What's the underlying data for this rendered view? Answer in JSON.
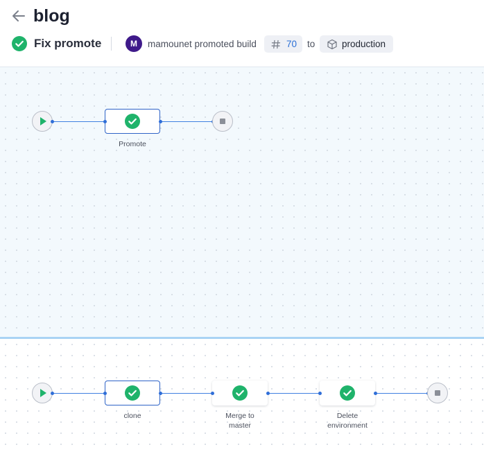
{
  "header": {
    "title": "blog",
    "workflow_name": "Fix promote",
    "avatar_initial": "M",
    "actor_text": "mamounet promoted build",
    "build_number": "70",
    "to_text": "to",
    "environment": "production"
  },
  "colors": {
    "success": "#1fb36b",
    "accent": "#2f6ed8",
    "avatar": "#3f1a8a"
  },
  "pipelines": [
    {
      "steps": [
        {
          "label": "Promote",
          "status": "success"
        }
      ]
    },
    {
      "steps": [
        {
          "label": "clone",
          "status": "success"
        },
        {
          "label": "Merge to master",
          "status": "success"
        },
        {
          "label": "Delete environment",
          "status": "success"
        }
      ]
    }
  ]
}
